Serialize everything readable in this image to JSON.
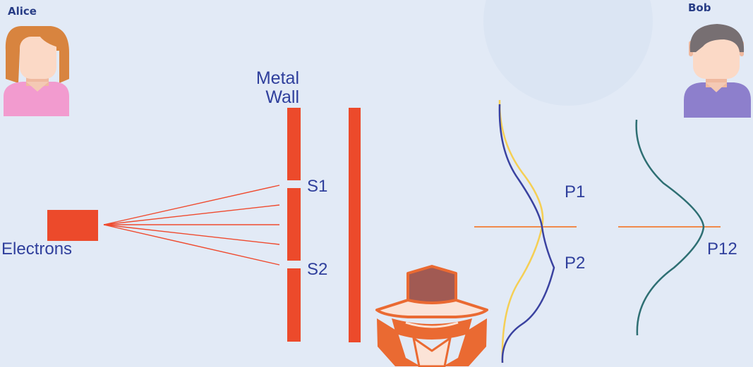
{
  "people": {
    "alice": {
      "name": "Alice",
      "icon": "alice-avatar-icon"
    },
    "bob": {
      "name": "Bob",
      "icon": "bob-avatar-icon"
    },
    "eavesdropper": {
      "icon": "spy-hat-icon"
    }
  },
  "labels": {
    "metal_wall_line1": "Metal",
    "metal_wall_line2": "Wall",
    "electrons": "Electrons",
    "slit1": "S1",
    "slit2": "S2",
    "p1": "P1",
    "p2": "P2",
    "p12": "P12"
  },
  "colors": {
    "background": "#e2eaf6",
    "wall": "#ec4a2b",
    "label_blue": "#2f3f9c",
    "curve_p1": "#f5cf54",
    "curve_p2": "#3a42a0",
    "curve_p12": "#2e6f73",
    "axis_line": "#f08a4b"
  }
}
